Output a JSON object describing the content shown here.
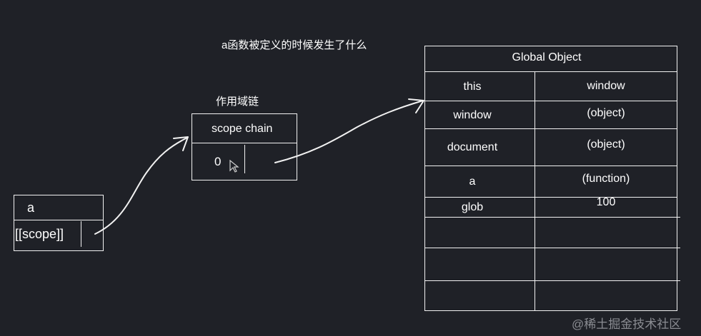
{
  "title": "a函数被定义的时候发生了什么",
  "scope_chain_caption": "作用域链",
  "function_box": {
    "name": "a",
    "scope_label": "[[scope]]"
  },
  "scope_chain_box": {
    "header": "scope chain",
    "index": "0"
  },
  "global_object": {
    "header": "Global Object",
    "rows": [
      {
        "key": "this",
        "value": "window"
      },
      {
        "key": "window",
        "value": "(object)"
      },
      {
        "key": "document",
        "value": "(object)"
      },
      {
        "key": "a",
        "value": "(function)"
      },
      {
        "key": "glob",
        "value": "100"
      },
      {
        "key": "",
        "value": ""
      },
      {
        "key": "",
        "value": ""
      },
      {
        "key": "",
        "value": ""
      }
    ]
  },
  "watermark": "@稀土掘金技术社区",
  "colors": {
    "background": "#1f2127",
    "stroke": "#f2f2f2",
    "text": "#ffffff"
  }
}
